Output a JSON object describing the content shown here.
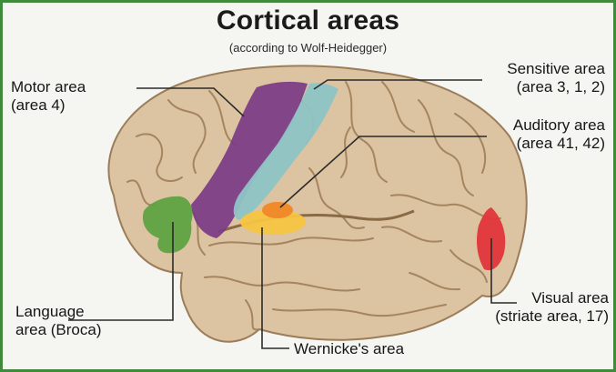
{
  "title": "Cortical areas",
  "subtitle": "(according to Wolf-Heidegger)",
  "labels": {
    "motor": {
      "line1": "Motor area",
      "line2": "(area 4)"
    },
    "sensitive": {
      "line1": "Sensitive area",
      "line2": "(area 3, 1, 2)"
    },
    "auditory": {
      "line1": "Auditory area",
      "line2": "(area 41, 42)"
    },
    "language": {
      "line1": "Language",
      "line2": "area (Broca)"
    },
    "visual": {
      "line1": "Visual area",
      "line2": "(striate area, 17)"
    },
    "wernicke": {
      "line1": "Wernicke's area"
    }
  },
  "colors": {
    "frame": "#3f8a3b",
    "brain": "#dcc3a1",
    "brain_outline": "#9b7d5a",
    "sulcus": "#a5855f",
    "motor": "#7a3b86",
    "sensitive": "#8ec4c6",
    "auditory": "#f08a2a",
    "wernicke": "#f4c542",
    "broca": "#5fa243",
    "visual": "#e0353a"
  }
}
